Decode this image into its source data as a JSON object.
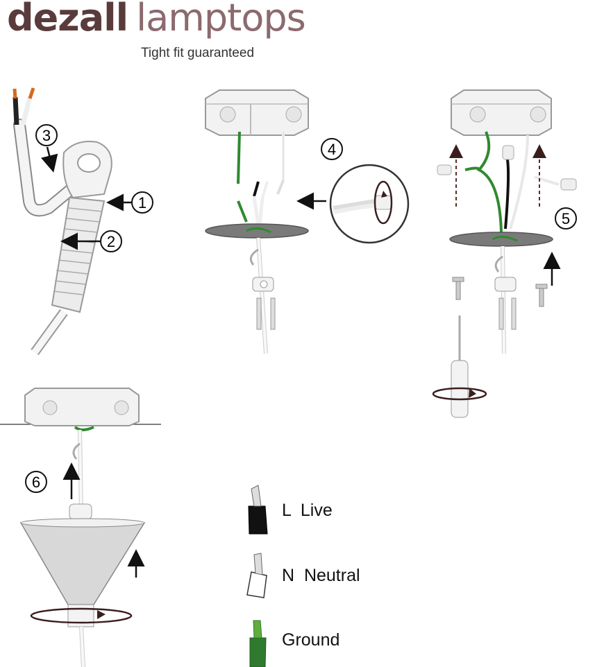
{
  "brand": {
    "part1": "dezall",
    "part2": "lamptops"
  },
  "tagline": "Tight fit guaranteed",
  "steps": [
    "1",
    "2",
    "3",
    "4",
    "5",
    "6"
  ],
  "legend": [
    {
      "label": "L  Live",
      "color": "#111111"
    },
    {
      "label": "N  Neutral",
      "color": "#ffffff"
    },
    {
      "label": "Ground",
      "color": "#2f8a2f"
    }
  ],
  "colors": {
    "live": "#111111",
    "neutral": "#ffffff",
    "ground": "#2f8a2f",
    "brand_dark": "#5a3b3b",
    "brand_light": "#8c6a6f",
    "arrow_dark": "#3a1e1e"
  }
}
